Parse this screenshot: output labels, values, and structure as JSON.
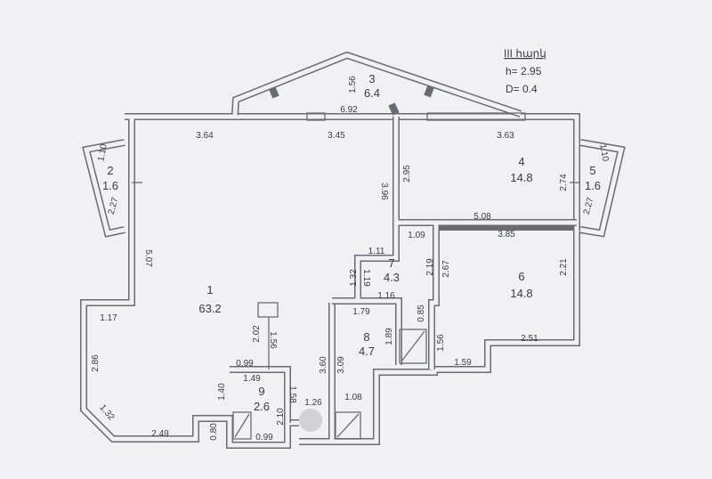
{
  "header": {
    "floor": "III հարկ",
    "height": "h= 2.95",
    "wall": "D= 0.4"
  },
  "rooms": [
    {
      "number": "1",
      "area": "63.2"
    },
    {
      "number": "2",
      "area": "1.6"
    },
    {
      "number": "3",
      "area": "6.4"
    },
    {
      "number": "4",
      "area": "14.8"
    },
    {
      "number": "5",
      "area": "1.6"
    },
    {
      "number": "6",
      "area": "14.8"
    },
    {
      "number": "7",
      "area": "4.3"
    },
    {
      "number": "8",
      "area": "4.7"
    },
    {
      "number": "9",
      "area": "2.6"
    }
  ],
  "dimensions": [
    "1.56",
    "6.92",
    "3.64",
    "3.45",
    "3.63",
    "5.07",
    "3.96",
    "2.95",
    "2.74",
    "1.10",
    "2.27",
    "1.10",
    "2.27",
    "5.08",
    "1.09",
    "3.85",
    "1.11",
    "2.19",
    "2.67",
    "2.21",
    "1.32",
    "1.19",
    "1.16",
    "1.79",
    "0.85",
    "1.89",
    "3.09",
    "3.60",
    "2.02",
    "1.56",
    "1.56",
    "2.51",
    "1.59",
    "1.17",
    "2.86",
    "0.99",
    "1.49",
    "1.40",
    "1.58",
    "1.26",
    "2.10",
    "1.08",
    "1.32",
    "2.49",
    "0.80",
    "0.99"
  ]
}
